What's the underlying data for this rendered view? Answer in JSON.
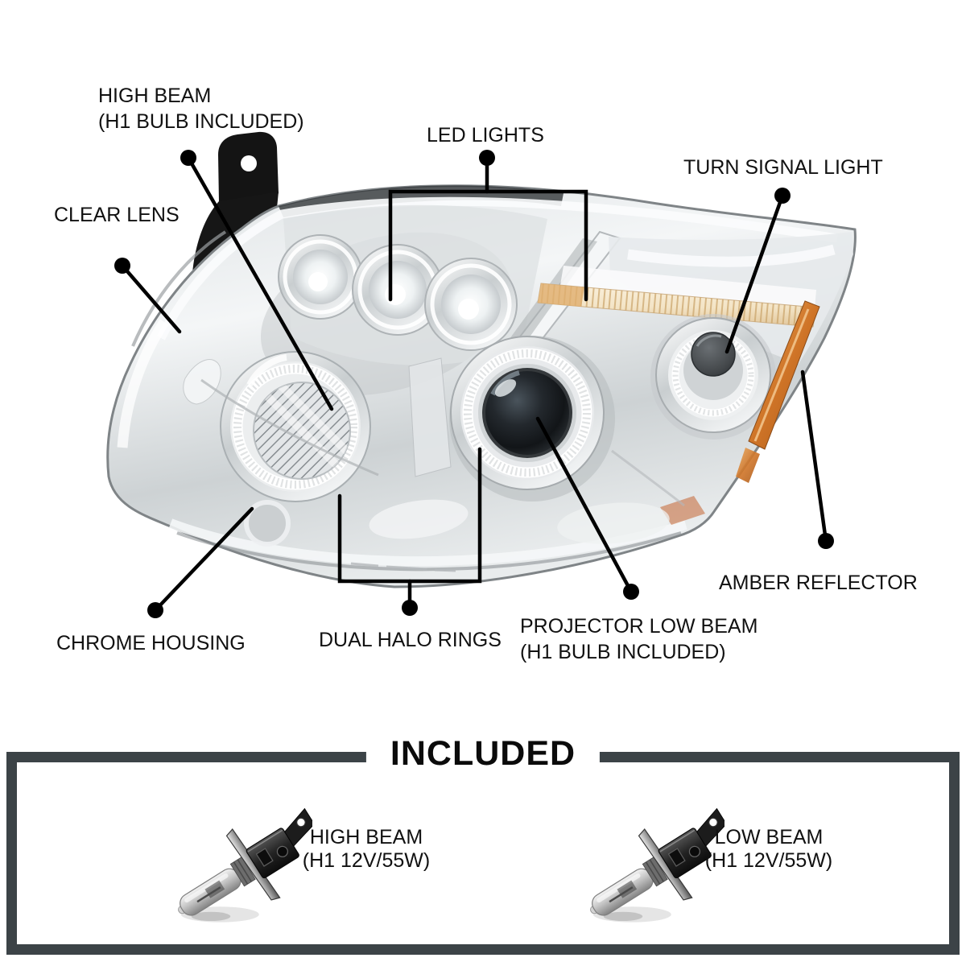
{
  "page": {
    "background": "#ffffff"
  },
  "colors": {
    "annotation": "#000000",
    "label_text": "#111111",
    "included_frame": "#3c4347",
    "amber_reflector": "#d3792c",
    "led_strip": "#f3e4c6",
    "chrome_light": "#f2f4f5",
    "chrome_mid": "#d8dcde",
    "chrome_dark": "#9aa0a3"
  },
  "callouts": {
    "high_beam": {
      "line1": "HIGH BEAM",
      "line2": "(H1 BULB INCLUDED)"
    },
    "clear_lens": {
      "line1": "CLEAR LENS"
    },
    "led_lights": {
      "line1": "LED LIGHTS"
    },
    "turn_signal_light": {
      "line1": "TURN SIGNAL LIGHT"
    },
    "amber_reflector": {
      "line1": "AMBER REFLECTOR"
    },
    "projector_low_beam": {
      "line1": "PROJECTOR LOW BEAM",
      "line2": "(H1 BULB INCLUDED)"
    },
    "dual_halo_rings": {
      "line1": "DUAL HALO RINGS"
    },
    "chrome_housing": {
      "line1": "CHROME HOUSING"
    }
  },
  "included": {
    "title": "INCLUDED",
    "bulbs": [
      {
        "name": "HIGH BEAM",
        "spec": "(H1 12V/55W)"
      },
      {
        "name": "LOW BEAM",
        "spec": "(H1 12V/55W)"
      }
    ]
  }
}
